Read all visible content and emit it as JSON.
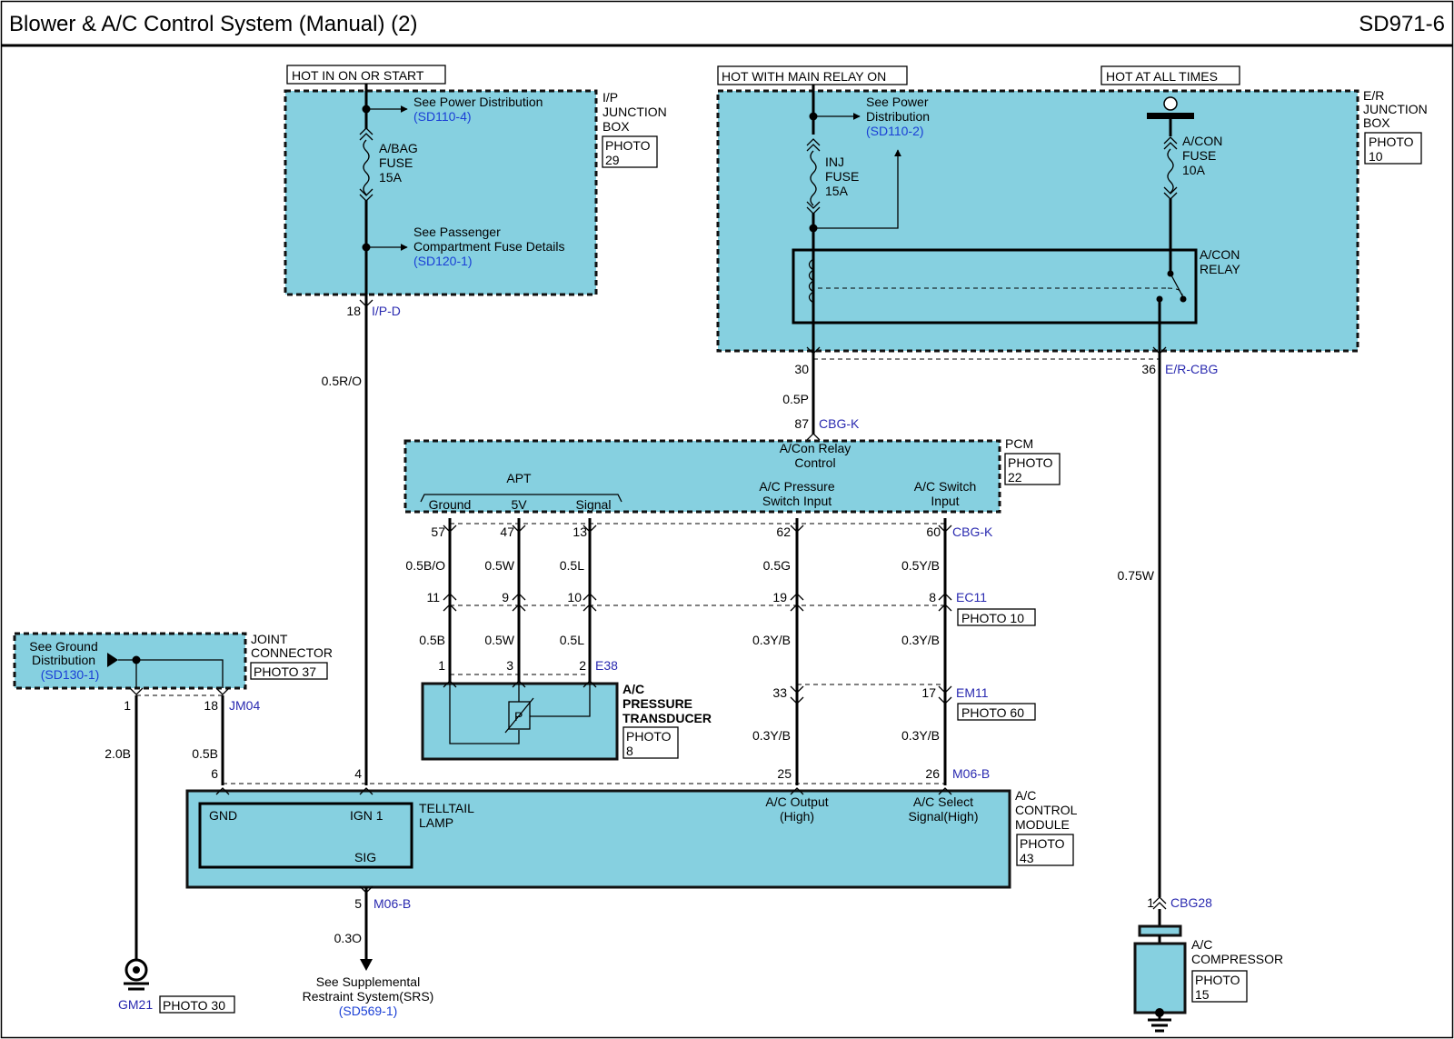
{
  "header": {
    "title": "Blower & A/C Control System (Manual) (2)",
    "page_code": "SD971-6"
  },
  "ip_box": {
    "hot_label": "HOT IN ON OR START",
    "name": [
      "I/P",
      "JUNCTION",
      "BOX"
    ],
    "photo": [
      "PHOTO",
      "29"
    ],
    "ref1": "See Power Distribution",
    "ref1_link": "(SD110-4)",
    "fuse": [
      "A/BAG",
      "FUSE",
      "15A"
    ],
    "ref2": [
      "See Passenger",
      "Compartment Fuse Details"
    ],
    "ref2_link": "(SD120-1)",
    "pin": "18",
    "conn": "I/P-D",
    "wire": "0.5R/O"
  },
  "er_box": {
    "hot_main": "HOT WITH MAIN RELAY ON",
    "hot_all": "HOT AT ALL TIMES",
    "name": [
      "E/R",
      "JUNCTION",
      "BOX"
    ],
    "photo": [
      "PHOTO",
      "10"
    ],
    "ref": [
      "See Power",
      "Distribution"
    ],
    "ref_link": "(SD110-2)",
    "inj_fuse": [
      "INJ",
      "FUSE",
      "15A"
    ],
    "acon_fuse": [
      "A/CON",
      "FUSE",
      "10A"
    ],
    "relay": [
      "A/CON",
      "RELAY"
    ],
    "pin30": "30",
    "pin36": "36",
    "conn36": "E/R-CBG",
    "wire30": "0.5P",
    "wire36": "0.75W"
  },
  "pcm": {
    "name": "PCM",
    "photo": [
      "PHOTO",
      "22"
    ],
    "pin87": "87",
    "conn87": "CBG-K",
    "relay_ctrl": [
      "A/Con Relay",
      "Control"
    ],
    "apt": "APT",
    "ground": "Ground",
    "v5": "5V",
    "signal": "Signal",
    "pressure_in": [
      "A/C Pressure",
      "Switch Input"
    ],
    "switch_in": [
      "A/C Switch",
      "Input"
    ],
    "pins": [
      "57",
      "47",
      "13",
      "62",
      "60"
    ],
    "conn": "CBG-K",
    "wires": [
      "0.5B/O",
      "0.5W",
      "0.5L",
      "0.5G",
      "0.5Y/B"
    ]
  },
  "ec11": {
    "pins": [
      "11",
      "9",
      "10",
      "19",
      "8"
    ],
    "conn": "EC11",
    "photo": "PHOTO 10",
    "wires": [
      "0.5B",
      "0.5W",
      "0.5L",
      "0.3Y/B",
      "0.3Y/B"
    ]
  },
  "transducer": {
    "name": [
      "A/C",
      "PRESSURE",
      "TRANSDUCER"
    ],
    "photo": [
      "PHOTO",
      "8"
    ],
    "pins": [
      "1",
      "3",
      "2"
    ],
    "conn": "E38",
    "symbol": "P"
  },
  "em11": {
    "pins": [
      "33",
      "17"
    ],
    "conn": "EM11",
    "photo": "PHOTO 60",
    "wires": [
      "0.3Y/B",
      "0.3Y/B"
    ]
  },
  "joint": {
    "ref": [
      "See Ground",
      "Distribution"
    ],
    "ref_link": "(SD130-1)",
    "name": [
      "JOINT",
      "CONNECTOR"
    ],
    "photo": "PHOTO 37",
    "pins": [
      "1",
      "18"
    ],
    "conn": "JM04",
    "wires": [
      "2.0B",
      "0.5B"
    ]
  },
  "module": {
    "name": [
      "A/C",
      "CONTROL",
      "MODULE"
    ],
    "photo": [
      "PHOTO",
      "43"
    ],
    "pins": [
      "6",
      "4",
      "25",
      "26"
    ],
    "conn": "M06-B",
    "gnd": "GND",
    "ign": "IGN 1",
    "sig": "SIG",
    "lamp": [
      "TELLTAIL",
      "LAMP"
    ],
    "out_high": [
      "A/C Output",
      "(High)"
    ],
    "sel_high": [
      "A/C Select",
      "Signal(High)"
    ],
    "pin5": "5",
    "conn5": "M06-B",
    "wire5": "0.3O"
  },
  "srs": {
    "ref": [
      "See Supplemental",
      "Restraint System(SRS)"
    ],
    "link": "(SD569-1)"
  },
  "ground": {
    "conn": "GM21",
    "photo": "PHOTO 30"
  },
  "compressor": {
    "pin": "1",
    "conn": "CBG28",
    "name": [
      "A/C",
      "COMPRESSOR"
    ],
    "photo": [
      "PHOTO",
      "15"
    ]
  }
}
